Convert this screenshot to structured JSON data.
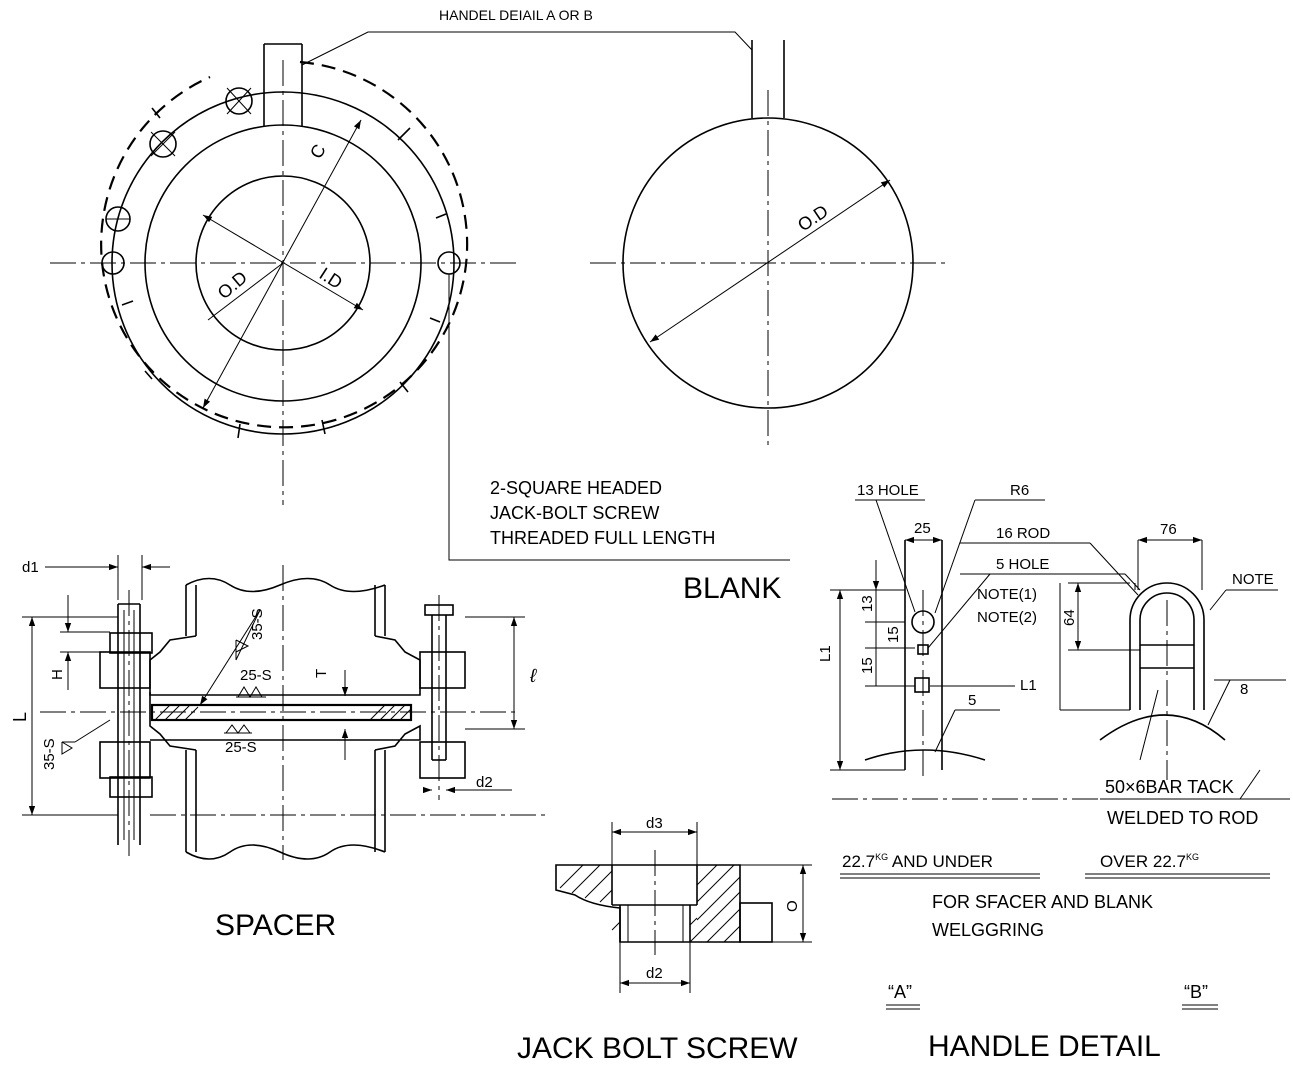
{
  "blank_view": {
    "handle_callout": "HANDEL DEIAIL A OR B",
    "od_label": "O.D",
    "jack_note": [
      "2-SQUARE HEADED",
      "JACK-BOLT SCREW",
      "THREADED FULL LENGTH"
    ],
    "title": "BLANK"
  },
  "spacer_ring": {
    "c_label": "C",
    "od_label": "O.D",
    "id_label": "I.D"
  },
  "spacer_view": {
    "d1_label": "d1",
    "h_label": "H",
    "l_label": "L",
    "weld_35s_top": "35-S",
    "weld_25s_top": "25-S",
    "t_label": "T",
    "weld_25s_bottom": "25-S",
    "weld_35s_left": "35-S",
    "ell_label": "ℓ",
    "d2_label": "d2",
    "title": "SPACER"
  },
  "jack_bolt": {
    "d3_label": "d3",
    "d2_label": "d2",
    "o_label": "O",
    "title": "JACK BOLT SCREW"
  },
  "handle_detail": {
    "hole13": "13 HOLE",
    "r6": "R6",
    "dim25": "25",
    "rod16": "16 ROD",
    "hole5": "5 HOLE",
    "note1": "NOTE(1)",
    "note2": "NOTE(2)",
    "dim76": "76",
    "note": "NOTE",
    "dim13": "13",
    "dim15a": "15",
    "dim15b": "15",
    "dim64": "64",
    "l1_left": "L1",
    "l1_callout": "L1",
    "dim5": "5",
    "dim8": "8",
    "bar_tack": "50×6BAR TACK",
    "welded_to_rod": "WELDED TO ROD",
    "under_prefix": "22.7",
    "under_sup": "KG",
    "under_suffix": " AND UNDER",
    "over_prefix": "OVER 22.7",
    "over_sup": "KG",
    "for_spacer": "FOR SFACER AND BLANK",
    "welggring": "WELGGRING",
    "label_a": "“A”",
    "label_b": "“B”",
    "title": "HANDLE DETAIL"
  }
}
